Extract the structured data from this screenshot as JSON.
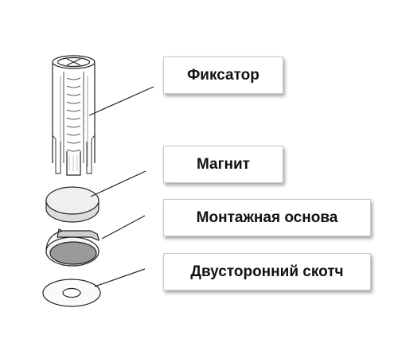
{
  "parts": [
    {
      "label": "Фиксатор",
      "icon": "cylinder-latch-icon"
    },
    {
      "label": "Магнит",
      "icon": "magnet-disc-icon"
    },
    {
      "label": "Монтажная основа",
      "icon": "mounting-base-icon"
    },
    {
      "label": "Двусторонний скотч",
      "icon": "tape-ring-icon"
    }
  ],
  "colors": {
    "line": "#222222",
    "label_border": "#c8c8c8",
    "magnet_fill": "#efefef",
    "base_fill": "#9a9a9a"
  }
}
